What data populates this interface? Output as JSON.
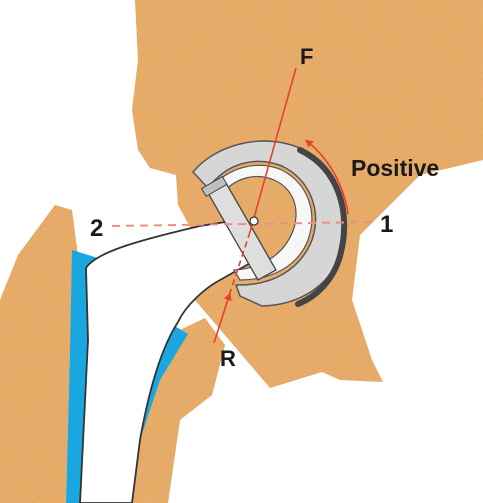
{
  "labels": {
    "force_axis": "F",
    "reaction_axis": "R",
    "positive_direction": "Positive",
    "horizontal_left": "2",
    "horizontal_right": "1"
  },
  "colors": {
    "bone": "#e7a55f",
    "bone_highlight": "#f3c584",
    "bone_dark": "#c98746",
    "cement_blue": "#1aa7e0",
    "implant_white": "#ffffff",
    "implant_outline": "#333333",
    "cup_grey": "#d6d6d6",
    "cup_dark": "#555555",
    "axis_red": "#e8402f",
    "axis_red_dashed": "#ef8f84",
    "text_dark": "#1a1a1a"
  }
}
